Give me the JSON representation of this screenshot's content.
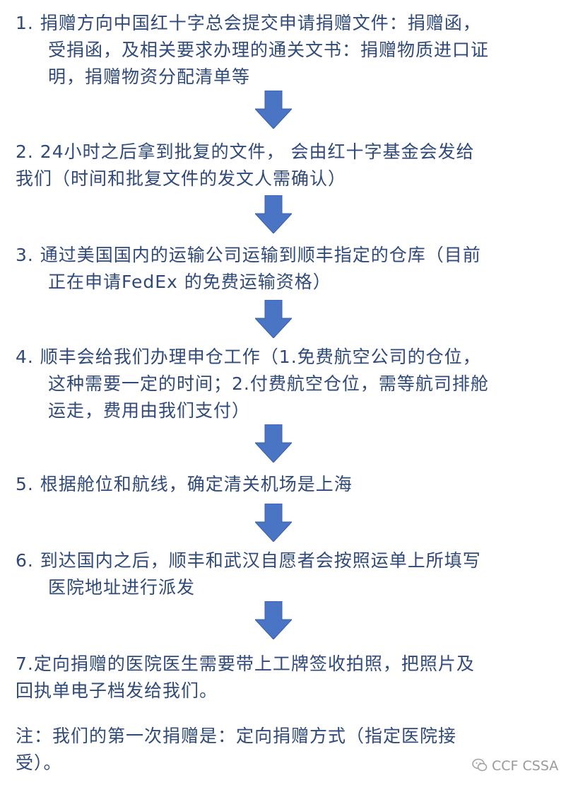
{
  "steps": [
    {
      "lines": [
        "1.  捐赠方向中国红十字总会提交申请捐赠文件：捐赠函，",
        "受捐函，及相关要求办理的通关文书：捐赠物质进口证",
        "明，捐赠物资分配清单等"
      ]
    },
    {
      "lines": [
        "2.  24小时之后拿到批复的文件， 会由红十字基金会发给",
        "我们（时间和批复文件的发文人需确认）"
      ]
    },
    {
      "lines": [
        "3.  通过美国国内的运输公司运输到顺丰指定的仓库（目前",
        "正在申请FedEx 的免费运输资格）"
      ]
    },
    {
      "lines": [
        "4.  顺丰会给我们办理申仓工作（1.免费航空公司的仓位，",
        "这种需要一定的时间；2.付费航空仓位，需等航司排舱",
        "运走，费用由我们支付）"
      ]
    },
    {
      "lines": [
        "5.  根据舱位和航线，确定清关机场是上海"
      ]
    },
    {
      "lines": [
        "6.  到达国内之后，顺丰和武汉自愿者会按照运单上所填写",
        "医院地址进行派发"
      ]
    },
    {
      "lines": [
        "7.定向捐赠的医院医生需要带上工牌签收拍照，把照片及",
        "回执单电子档发给我们。"
      ]
    }
  ],
  "note": {
    "lines": [
      "注：我们的第一次捐赠是：定向捐赠方式（指定医院接",
      "受）。"
    ]
  },
  "watermark": {
    "text": "CCF CSSA",
    "icon": "wechat-icon"
  },
  "colors": {
    "text": "#2f4a7a",
    "arrow": "#4a74c4"
  }
}
